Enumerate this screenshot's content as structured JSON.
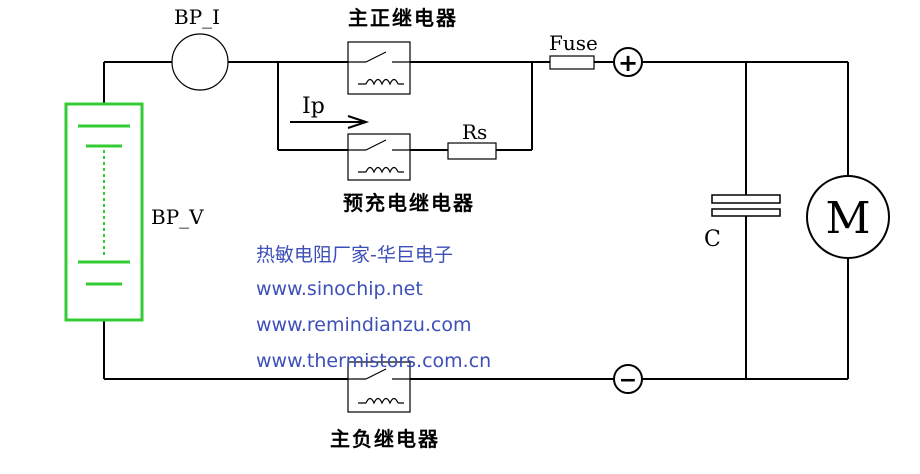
{
  "colors": {
    "wire": "#000000",
    "battery": "#33cc33",
    "watermark": "#3d4fb8"
  },
  "labels": {
    "current_sensor": "BP_I",
    "main_positive_relay": "主正继电器",
    "fuse": "Fuse",
    "precharge_current": "Ip",
    "precharge_resistor": "Rs",
    "precharge_relay": "预充电继电器",
    "battery_voltage": "BP_V",
    "capacitor": "C",
    "motor": "M",
    "main_negative_relay": "主负继电器",
    "positive_terminal": "+",
    "negative_terminal": "−"
  },
  "watermark": {
    "lines": [
      "热敏电阻厂家-华巨电子",
      "www.sinochip.net",
      "www.remindianzu.com",
      "www.thermistors.com.cn"
    ]
  }
}
